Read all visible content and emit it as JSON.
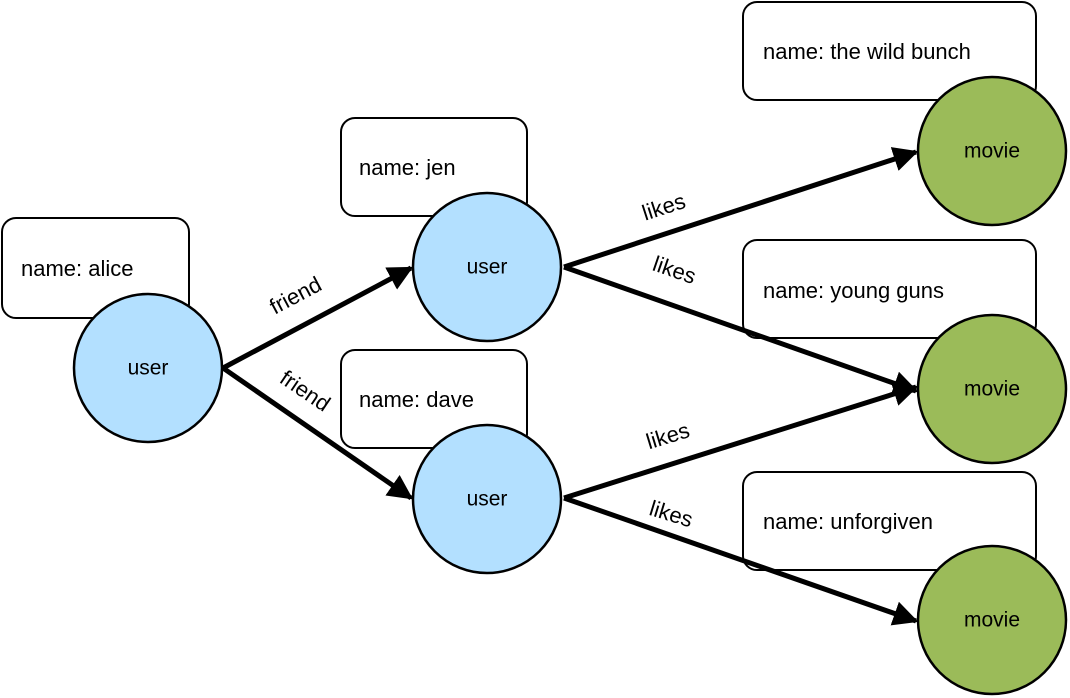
{
  "colors": {
    "user_fill": "#b3e0ff",
    "movie_fill": "#9bbb59",
    "stroke": "#000000"
  },
  "nodes": {
    "alice": {
      "type_label": "user",
      "property": "name: alice"
    },
    "jen": {
      "type_label": "user",
      "property": "name: jen"
    },
    "dave": {
      "type_label": "user",
      "property": "name: dave"
    },
    "movie_wild_bunch": {
      "type_label": "movie",
      "property": "name: the wild bunch"
    },
    "movie_young_guns": {
      "type_label": "movie",
      "property": "name: young guns"
    },
    "movie_unforgiven": {
      "type_label": "movie",
      "property": "name: unforgiven"
    }
  },
  "edges": {
    "alice_jen": {
      "label": "friend"
    },
    "alice_dave": {
      "label": "friend"
    },
    "jen_wild_bunch": {
      "label": "likes"
    },
    "jen_young_guns": {
      "label": "likes"
    },
    "dave_young_guns": {
      "label": "likes"
    },
    "dave_unforgiven": {
      "label": "likes"
    }
  }
}
